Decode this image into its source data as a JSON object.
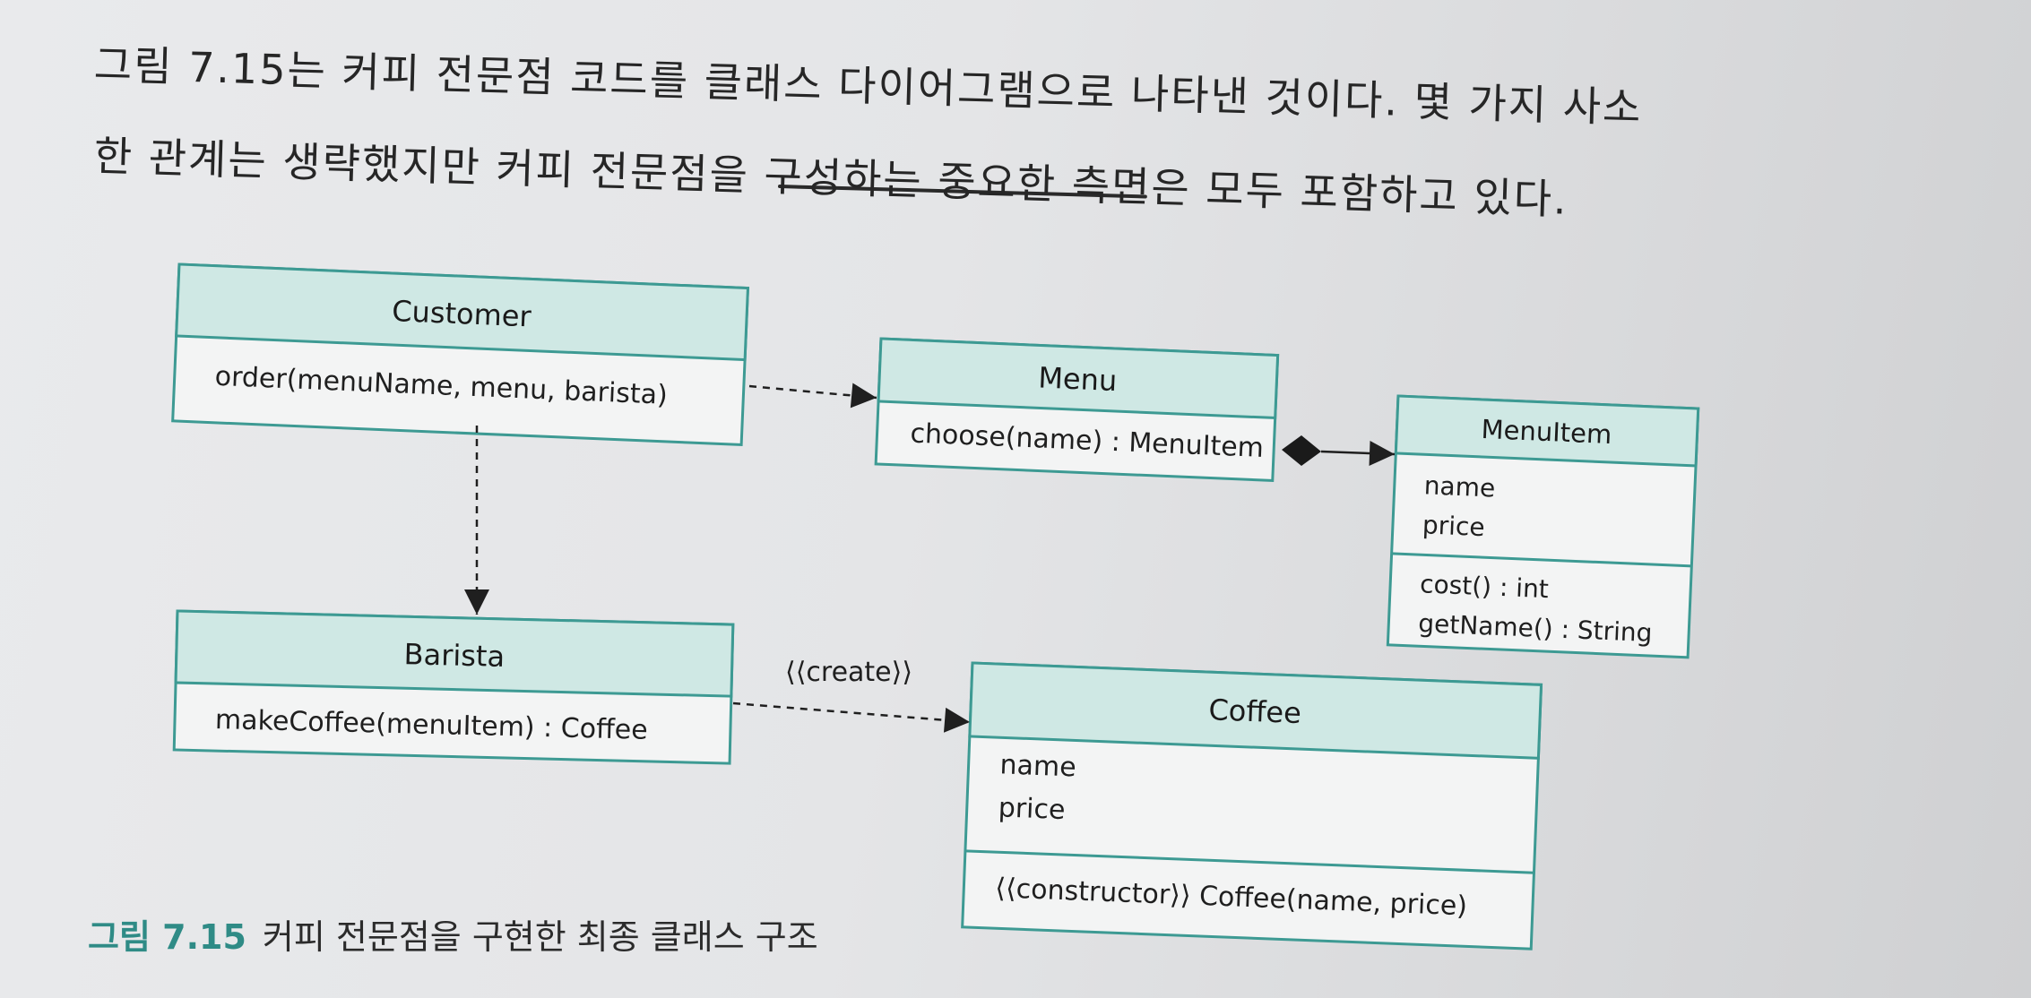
{
  "paragraph": {
    "line1": "그림 7.15는 커피 전문점 코드를 클래스 다이어그램으로 나타낸 것이다. 몇 가지 사소",
    "line2": "한 관계는 생략했지만 커피 전문점을 구성하는 중요한 측면은 모두 포함하고 있다.",
    "line3": ""
  },
  "caption": {
    "number": "그림 7.15",
    "text": "커피 전문점을 구현한 최종 클래스 구조"
  },
  "colors": {
    "header_fill": "#cfe8e4",
    "body_fill": "#f3f4f4",
    "border": "#3d9a93",
    "accent_caption": "#2f8b86"
  },
  "classes": {
    "customer": {
      "name": "Customer",
      "methods": [
        "order(menuName, menu, barista)"
      ]
    },
    "menu": {
      "name": "Menu",
      "methods": [
        "choose(name) : MenuItem"
      ]
    },
    "menuitem": {
      "name": "MenuItem",
      "attributes": [
        "name",
        "price"
      ],
      "methods": [
        "cost() : int",
        "getName() : String"
      ]
    },
    "barista": {
      "name": "Barista",
      "methods": [
        "makeCoffee(menuItem) : Coffee"
      ]
    },
    "coffee": {
      "name": "Coffee",
      "attributes": [
        "name",
        "price"
      ],
      "methods": [
        "⟨⟨constructor⟩⟩ Coffee(name, price)"
      ]
    }
  },
  "relations": {
    "create_label": "⟨⟨create⟩⟩"
  }
}
